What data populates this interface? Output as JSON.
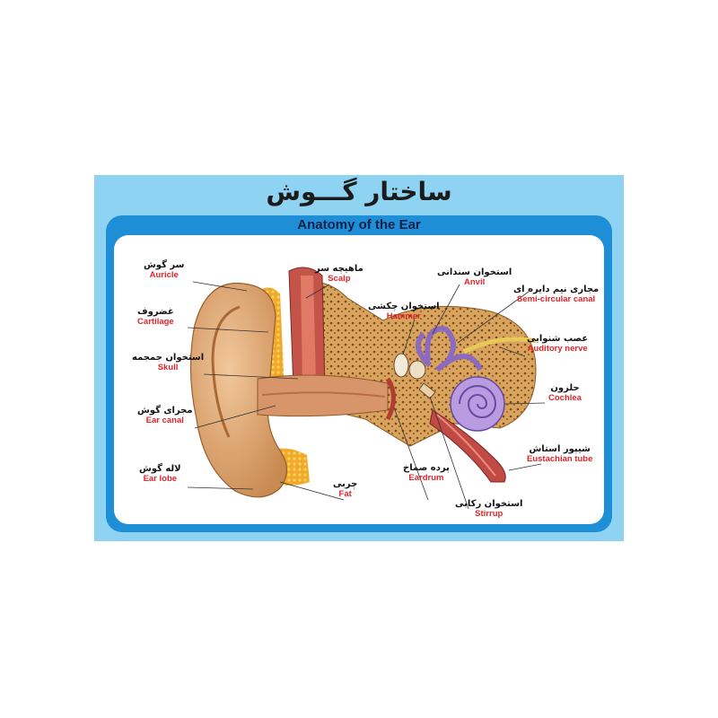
{
  "title": {
    "fa": "ساختار گـــوش",
    "en": "Anatomy of the Ear"
  },
  "labels": {
    "auricle": {
      "fa": "سر گوش",
      "en": "Auricle"
    },
    "cartilage": {
      "fa": "غضروف",
      "en": "Cartilage"
    },
    "skull": {
      "fa": "استخوان جمجمه",
      "en": "Skull"
    },
    "ear_canal": {
      "fa": "مجرای گوش",
      "en": "Ear canal"
    },
    "ear_lobe": {
      "fa": "لاله گوش",
      "en": "Ear lobe"
    },
    "scalp": {
      "fa": "ماهیچه سر",
      "en": "Scalp"
    },
    "hammer": {
      "fa": "استخوان چکشی",
      "en": "Hammer"
    },
    "anvil": {
      "fa": "استخوان سندانی",
      "en": "Anvil"
    },
    "semi_circular_canal": {
      "fa": "مجاری نیم دایره ای",
      "en": "Semi-circular canal"
    },
    "auditory_nerve": {
      "fa": "عصب شنوایی",
      "en": "Auditory nerve"
    },
    "cochlea": {
      "fa": "حلزون",
      "en": "Cochlea"
    },
    "eustachian_tube": {
      "fa": "شیپور استاش",
      "en": "Eustachian tube"
    },
    "stirrup": {
      "fa": "استخوان رکابی",
      "en": "Stirrup"
    },
    "eardrum": {
      "fa": "پرده صماخ",
      "en": "Eardrum"
    },
    "fat": {
      "fa": "چربی",
      "en": "Fat"
    }
  },
  "colors": {
    "frame": "#8fd3f2",
    "band": "#1e8fd6",
    "label_en": "#e0242b",
    "label_fa": "#111111"
  }
}
